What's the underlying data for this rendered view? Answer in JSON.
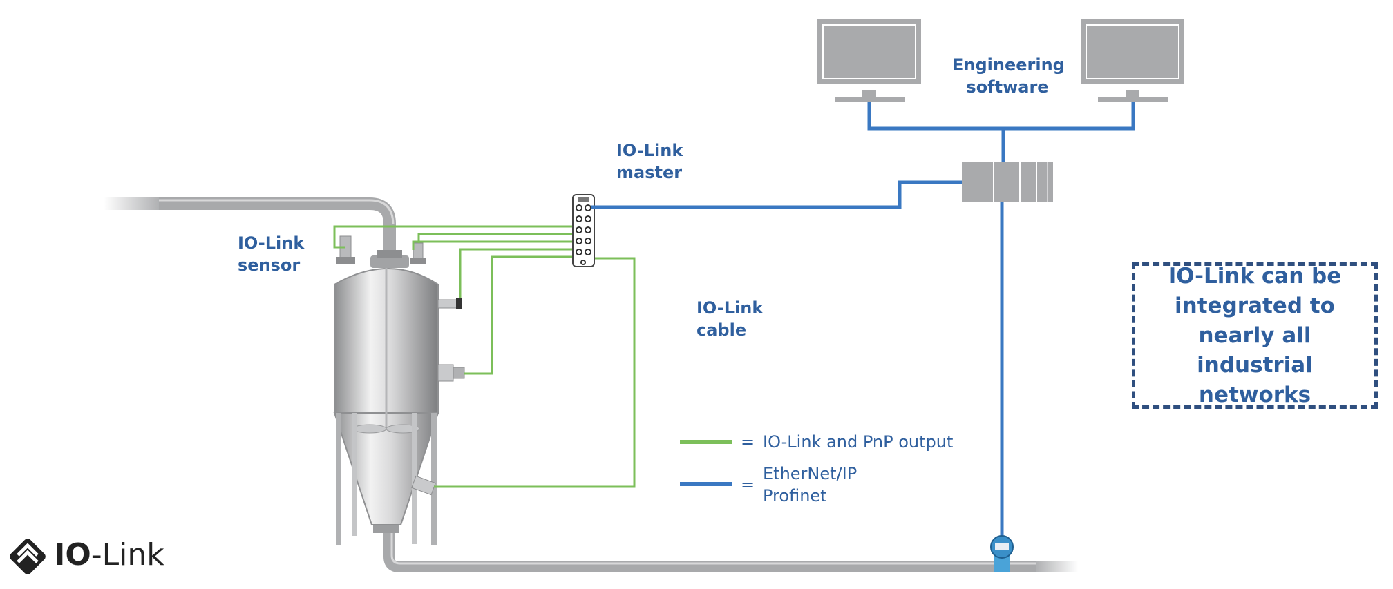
{
  "labels": {
    "engineering": "Engineering\nsoftware",
    "master": "IO-Link\nmaster",
    "sensor": "IO-Link\nsensor",
    "cable": "IO-Link\ncable"
  },
  "legend": {
    "equals": "=",
    "green": "IO-Link and PnP output",
    "blue": "EtherNet/IP\nProfinet"
  },
  "callout": "IO-Link can be integrated to nearly all industrial networks",
  "logo": {
    "bold": "IO",
    "rest": "-Link"
  },
  "colors": {
    "ethernet_blue": "#3a78c2",
    "iolink_green": "#7cbf5a",
    "label_blue": "#2f5f9e",
    "callout_border": "#2f4f7f",
    "equipment_gray": "#a9aaac"
  }
}
